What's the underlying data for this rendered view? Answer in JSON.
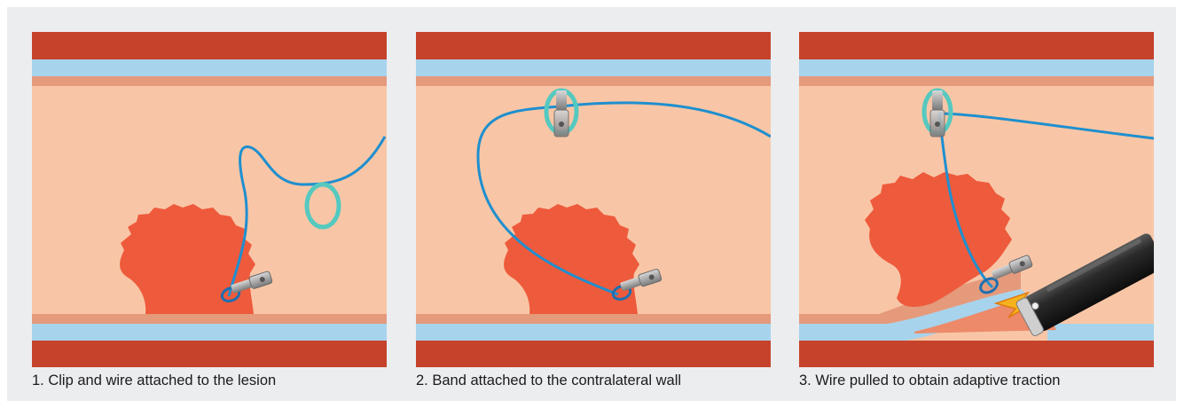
{
  "colors": {
    "background": "#ecedef",
    "muscle": "#c5432a",
    "submucosa": "#a7d3ec",
    "mucosa": "#e59a7c",
    "lumen": "#f8c6a6",
    "lesion": "#ee5a3c",
    "wire": "#1f8fcf",
    "band": "#55c9c0",
    "clip": "#8c8c8c",
    "endoscope": "#1e1e1e",
    "cautery_spark": "#f5b21c"
  },
  "panels": [
    {
      "caption": "1. Clip and wire attached to the lesion",
      "icons": [
        "lesion",
        "clip",
        "wire",
        "band"
      ]
    },
    {
      "caption": "2. Band attached to the contralateral wall",
      "icons": [
        "lesion",
        "clip",
        "wire",
        "band",
        "clip"
      ]
    },
    {
      "caption": "3. Wire pulled to obtain adaptive traction",
      "icons": [
        "lesion",
        "clip",
        "wire",
        "band",
        "clip",
        "endoscope",
        "cautery-spark"
      ]
    }
  ]
}
